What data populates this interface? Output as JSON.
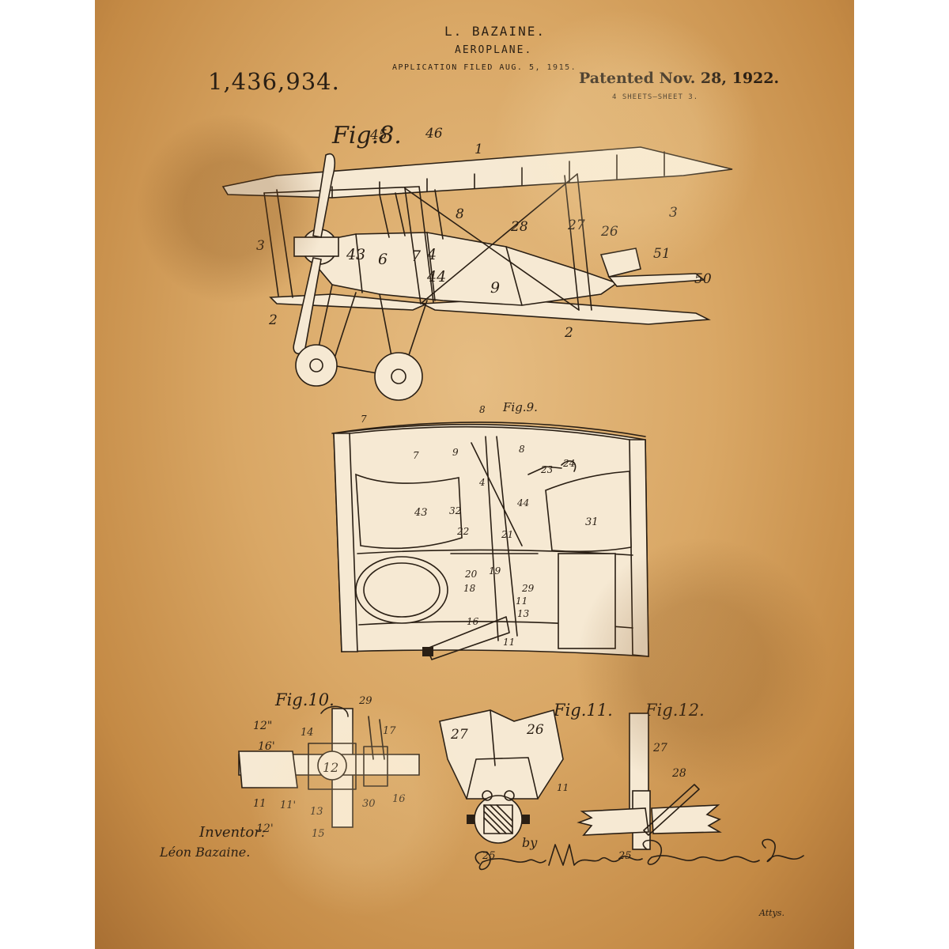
{
  "header": {
    "inventor_name": "L. BAZAINE.",
    "title": "AEROPLANE.",
    "filed": "APPLICATION FILED AUG. 5, 1915.",
    "patent_number": "1,436,934.",
    "patented": "Patented Nov. 28, 1922.",
    "sheets": "4 SHEETS—SHEET 3."
  },
  "figures": {
    "fig8": "Fig.8.",
    "fig9": "Fig.9.",
    "fig10": "Fig.10.",
    "fig11": "Fig.11.",
    "fig12": "Fig.12."
  },
  "fig8_labels": [
    "45",
    "46",
    "1",
    "3",
    "8",
    "28",
    "27",
    "26",
    "3",
    "43",
    "6",
    "7",
    "4",
    "44",
    "9",
    "51",
    "50",
    "2",
    "2"
  ],
  "fig9_labels": [
    "7",
    "8",
    "9",
    "7",
    "8",
    "24",
    "23",
    "43",
    "32",
    "4",
    "44",
    "31",
    "22",
    "21",
    "20",
    "19",
    "18",
    "11",
    "29",
    "16",
    "13",
    "11"
  ],
  "fig10_labels": [
    "29",
    "12\"",
    "14",
    "16'",
    "17",
    "12",
    "11",
    "11'",
    "13",
    "30",
    "16",
    "12'",
    "15"
  ],
  "fig11_labels": [
    "27",
    "26",
    "11",
    "25"
  ],
  "fig12_labels": [
    "27",
    "28",
    "25"
  ],
  "footer": {
    "inventor_heading": "Inventor:",
    "inventor_fullname": "Léon Bazaine.",
    "by": "by",
    "attys": "Attys."
  },
  "signature": "Spear, Middleton, Donaldson & Spear"
}
